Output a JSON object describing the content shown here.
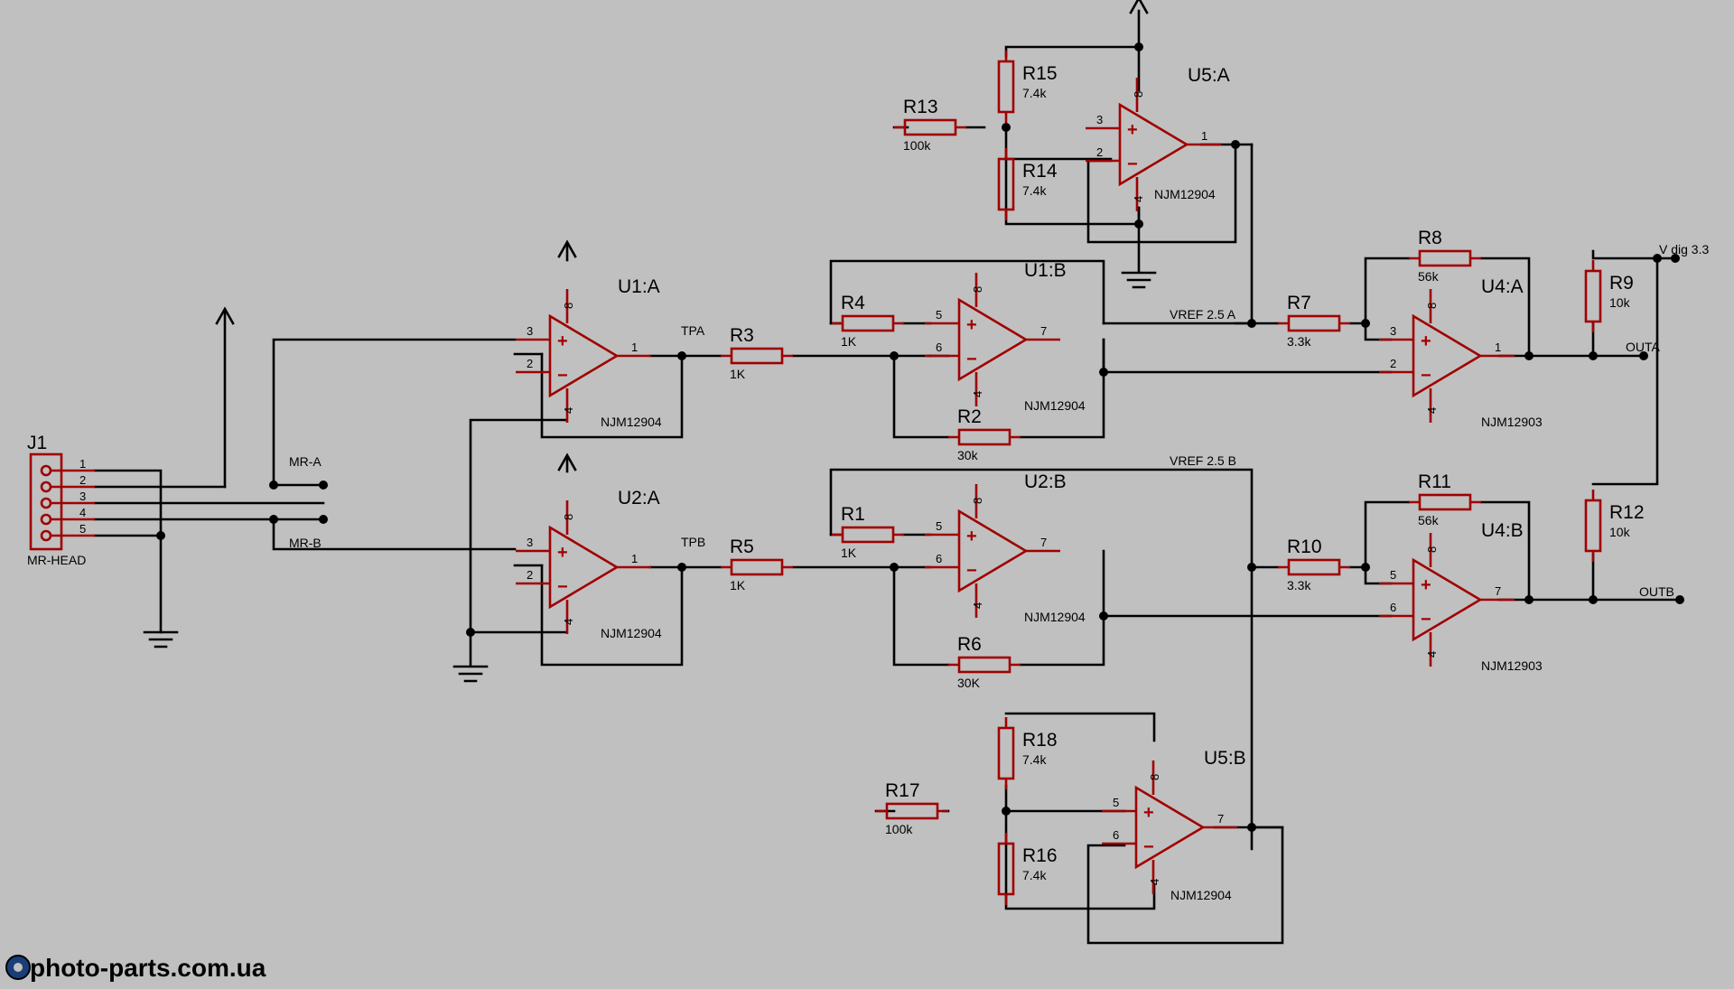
{
  "connector": {
    "ref": "J1",
    "name": "MR-HEAD",
    "pins": [
      "1",
      "2",
      "3",
      "4",
      "5"
    ]
  },
  "net_labels": {
    "mr_a": "MR-A",
    "mr_b": "MR-B",
    "tpa": "TPA",
    "tpb": "TPB",
    "vref_a": "VREF 2.5 A",
    "vref_b": "VREF 2.5 B",
    "outa": "OUTA",
    "outb": "OUTB",
    "vdig": "V dig 3.3"
  },
  "opamps": [
    {
      "id": "u1a",
      "ref": "U1:A",
      "part": "NJM12904",
      "pins": {
        "plus": "3",
        "minus": "2",
        "out": "1",
        "vcc": "8",
        "gnd": "4"
      }
    },
    {
      "id": "u2a",
      "ref": "U2:A",
      "part": "NJM12904",
      "pins": {
        "plus": "3",
        "minus": "2",
        "out": "1",
        "vcc": "8",
        "gnd": "4"
      }
    },
    {
      "id": "u1b",
      "ref": "U1:B",
      "part": "NJM12904",
      "pins": {
        "plus": "5",
        "minus": "6",
        "out": "7",
        "vcc": "8",
        "gnd": "4"
      }
    },
    {
      "id": "u2b",
      "ref": "U2:B",
      "part": "NJM12904",
      "pins": {
        "plus": "5",
        "minus": "6",
        "out": "7",
        "vcc": "8",
        "gnd": "4"
      }
    },
    {
      "id": "u4a",
      "ref": "U4:A",
      "part": "NJM12903",
      "pins": {
        "plus": "3",
        "minus": "2",
        "out": "1",
        "vcc": "8",
        "gnd": "4"
      }
    },
    {
      "id": "u4b",
      "ref": "U4:B",
      "part": "NJM12903",
      "pins": {
        "plus": "5",
        "minus": "6",
        "out": "7",
        "vcc": "8",
        "gnd": "4"
      }
    },
    {
      "id": "u5a",
      "ref": "U5:A",
      "part": "NJM12904",
      "pins": {
        "plus": "3",
        "minus": "2",
        "out": "1",
        "vcc": "8",
        "gnd": "4"
      }
    },
    {
      "id": "u5b",
      "ref": "U5:B",
      "part": "NJM12904",
      "pins": {
        "plus": "5",
        "minus": "6",
        "out": "7",
        "vcc": "8",
        "gnd": "4"
      }
    }
  ],
  "resistors": [
    {
      "id": "r1",
      "ref": "R1",
      "value": "1K"
    },
    {
      "id": "r2",
      "ref": "R2",
      "value": "30k"
    },
    {
      "id": "r3",
      "ref": "R3",
      "value": "1K"
    },
    {
      "id": "r4",
      "ref": "R4",
      "value": "1K"
    },
    {
      "id": "r5",
      "ref": "R5",
      "value": "1K"
    },
    {
      "id": "r6",
      "ref": "R6",
      "value": "30K"
    },
    {
      "id": "r7",
      "ref": "R7",
      "value": "3.3k"
    },
    {
      "id": "r8",
      "ref": "R8",
      "value": "56k"
    },
    {
      "id": "r9",
      "ref": "R9",
      "value": "10k"
    },
    {
      "id": "r10",
      "ref": "R10",
      "value": "3.3k"
    },
    {
      "id": "r11",
      "ref": "R11",
      "value": "56k"
    },
    {
      "id": "r12",
      "ref": "R12",
      "value": "10k"
    },
    {
      "id": "r13",
      "ref": "R13",
      "value": "100k"
    },
    {
      "id": "r14",
      "ref": "R14",
      "value": "7.4k"
    },
    {
      "id": "r15",
      "ref": "R15",
      "value": "7.4k"
    },
    {
      "id": "r16",
      "ref": "R16",
      "value": "7.4k"
    },
    {
      "id": "r17",
      "ref": "R17",
      "value": "100k"
    },
    {
      "id": "r18",
      "ref": "R18",
      "value": "7.4k"
    }
  ],
  "watermark": "photo-parts.com.ua",
  "opamp_signs": {
    "plus": "+",
    "minus": "−"
  }
}
